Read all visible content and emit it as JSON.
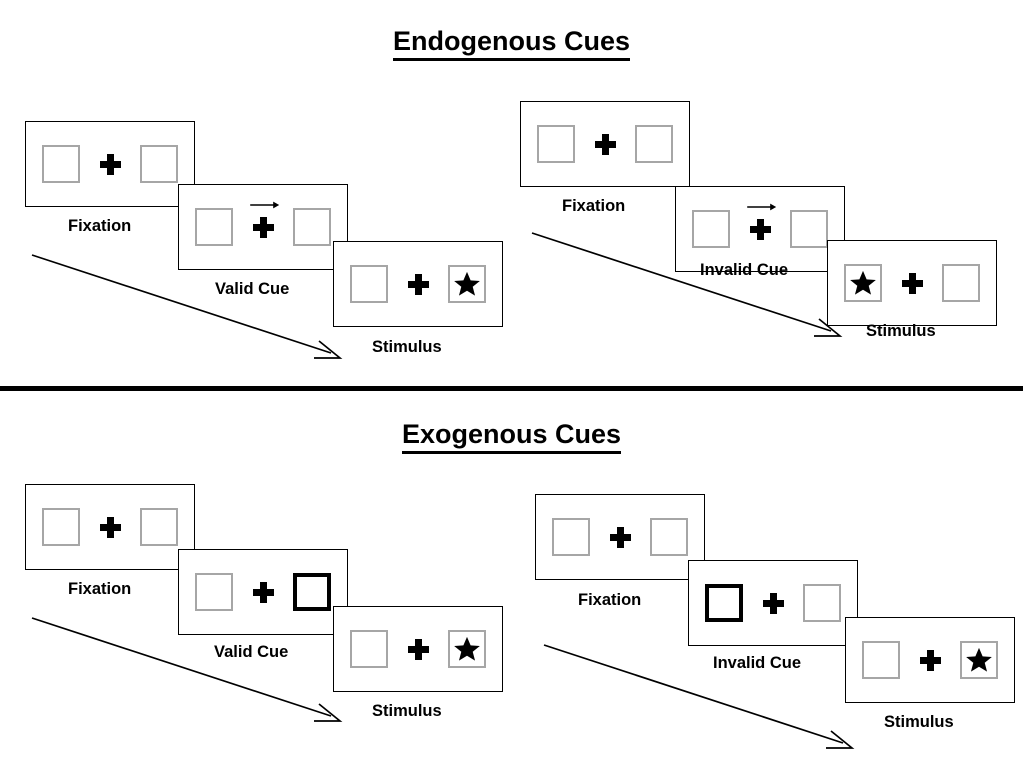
{
  "figure": {
    "title_endogenous": "Endogenous Cues",
    "title_exogenous": "Exogenous Cues"
  },
  "sections": [
    {
      "id": "endogenous",
      "title": "Endogenous Cues",
      "cue_type": "arrow",
      "sequences": [
        {
          "id": "endogenous-valid",
          "condition": "Valid",
          "panels": [
            {
              "label": "Fixation",
              "left_box": "empty",
              "right_box": "empty",
              "cue": "none"
            },
            {
              "label": "Valid Cue",
              "left_box": "empty",
              "right_box": "empty",
              "cue": "arrow-right"
            },
            {
              "label": "Stimulus",
              "left_box": "empty",
              "right_box": "star",
              "cue": "none"
            }
          ]
        },
        {
          "id": "endogenous-invalid",
          "condition": "Invalid",
          "panels": [
            {
              "label": "Fixation",
              "left_box": "empty",
              "right_box": "empty",
              "cue": "none"
            },
            {
              "label": "Invalid Cue",
              "left_box": "empty",
              "right_box": "empty",
              "cue": "arrow-right"
            },
            {
              "label": "Stimulus",
              "left_box": "star",
              "right_box": "empty",
              "cue": "none"
            }
          ]
        }
      ]
    },
    {
      "id": "exogenous",
      "title": "Exogenous Cues",
      "cue_type": "box-highlight",
      "sequences": [
        {
          "id": "exogenous-valid",
          "condition": "Valid",
          "panels": [
            {
              "label": "Fixation",
              "left_box": "empty",
              "right_box": "empty",
              "cue": "none"
            },
            {
              "label": "Valid Cue",
              "left_box": "empty",
              "right_box": "cued",
              "cue": "none"
            },
            {
              "label": "Stimulus",
              "left_box": "empty",
              "right_box": "star",
              "cue": "none"
            }
          ]
        },
        {
          "id": "exogenous-invalid",
          "condition": "Invalid",
          "panels": [
            {
              "label": "Fixation",
              "left_box": "empty",
              "right_box": "empty",
              "cue": "none"
            },
            {
              "label": "Invalid Cue",
              "left_box": "cued",
              "right_box": "empty",
              "cue": "none"
            },
            {
              "label": "Stimulus",
              "left_box": "empty",
              "right_box": "star",
              "cue": "none"
            }
          ]
        }
      ]
    }
  ],
  "labels": {
    "fixation": "Fixation",
    "valid_cue": "Valid Cue",
    "invalid_cue": "Invalid Cue",
    "stimulus": "Stimulus"
  },
  "colors": {
    "background": "#ffffff",
    "panel_border": "#000000",
    "box_border": "#a6a6a6",
    "cued_box_border": "#000000",
    "ink": "#000000",
    "divider": "#000000"
  },
  "icons": {
    "fixation_cross": "plus-icon",
    "target_star": "star-icon",
    "cue_arrow": "arrow-right-icon",
    "time_arrow": "diagonal-arrow-icon"
  }
}
